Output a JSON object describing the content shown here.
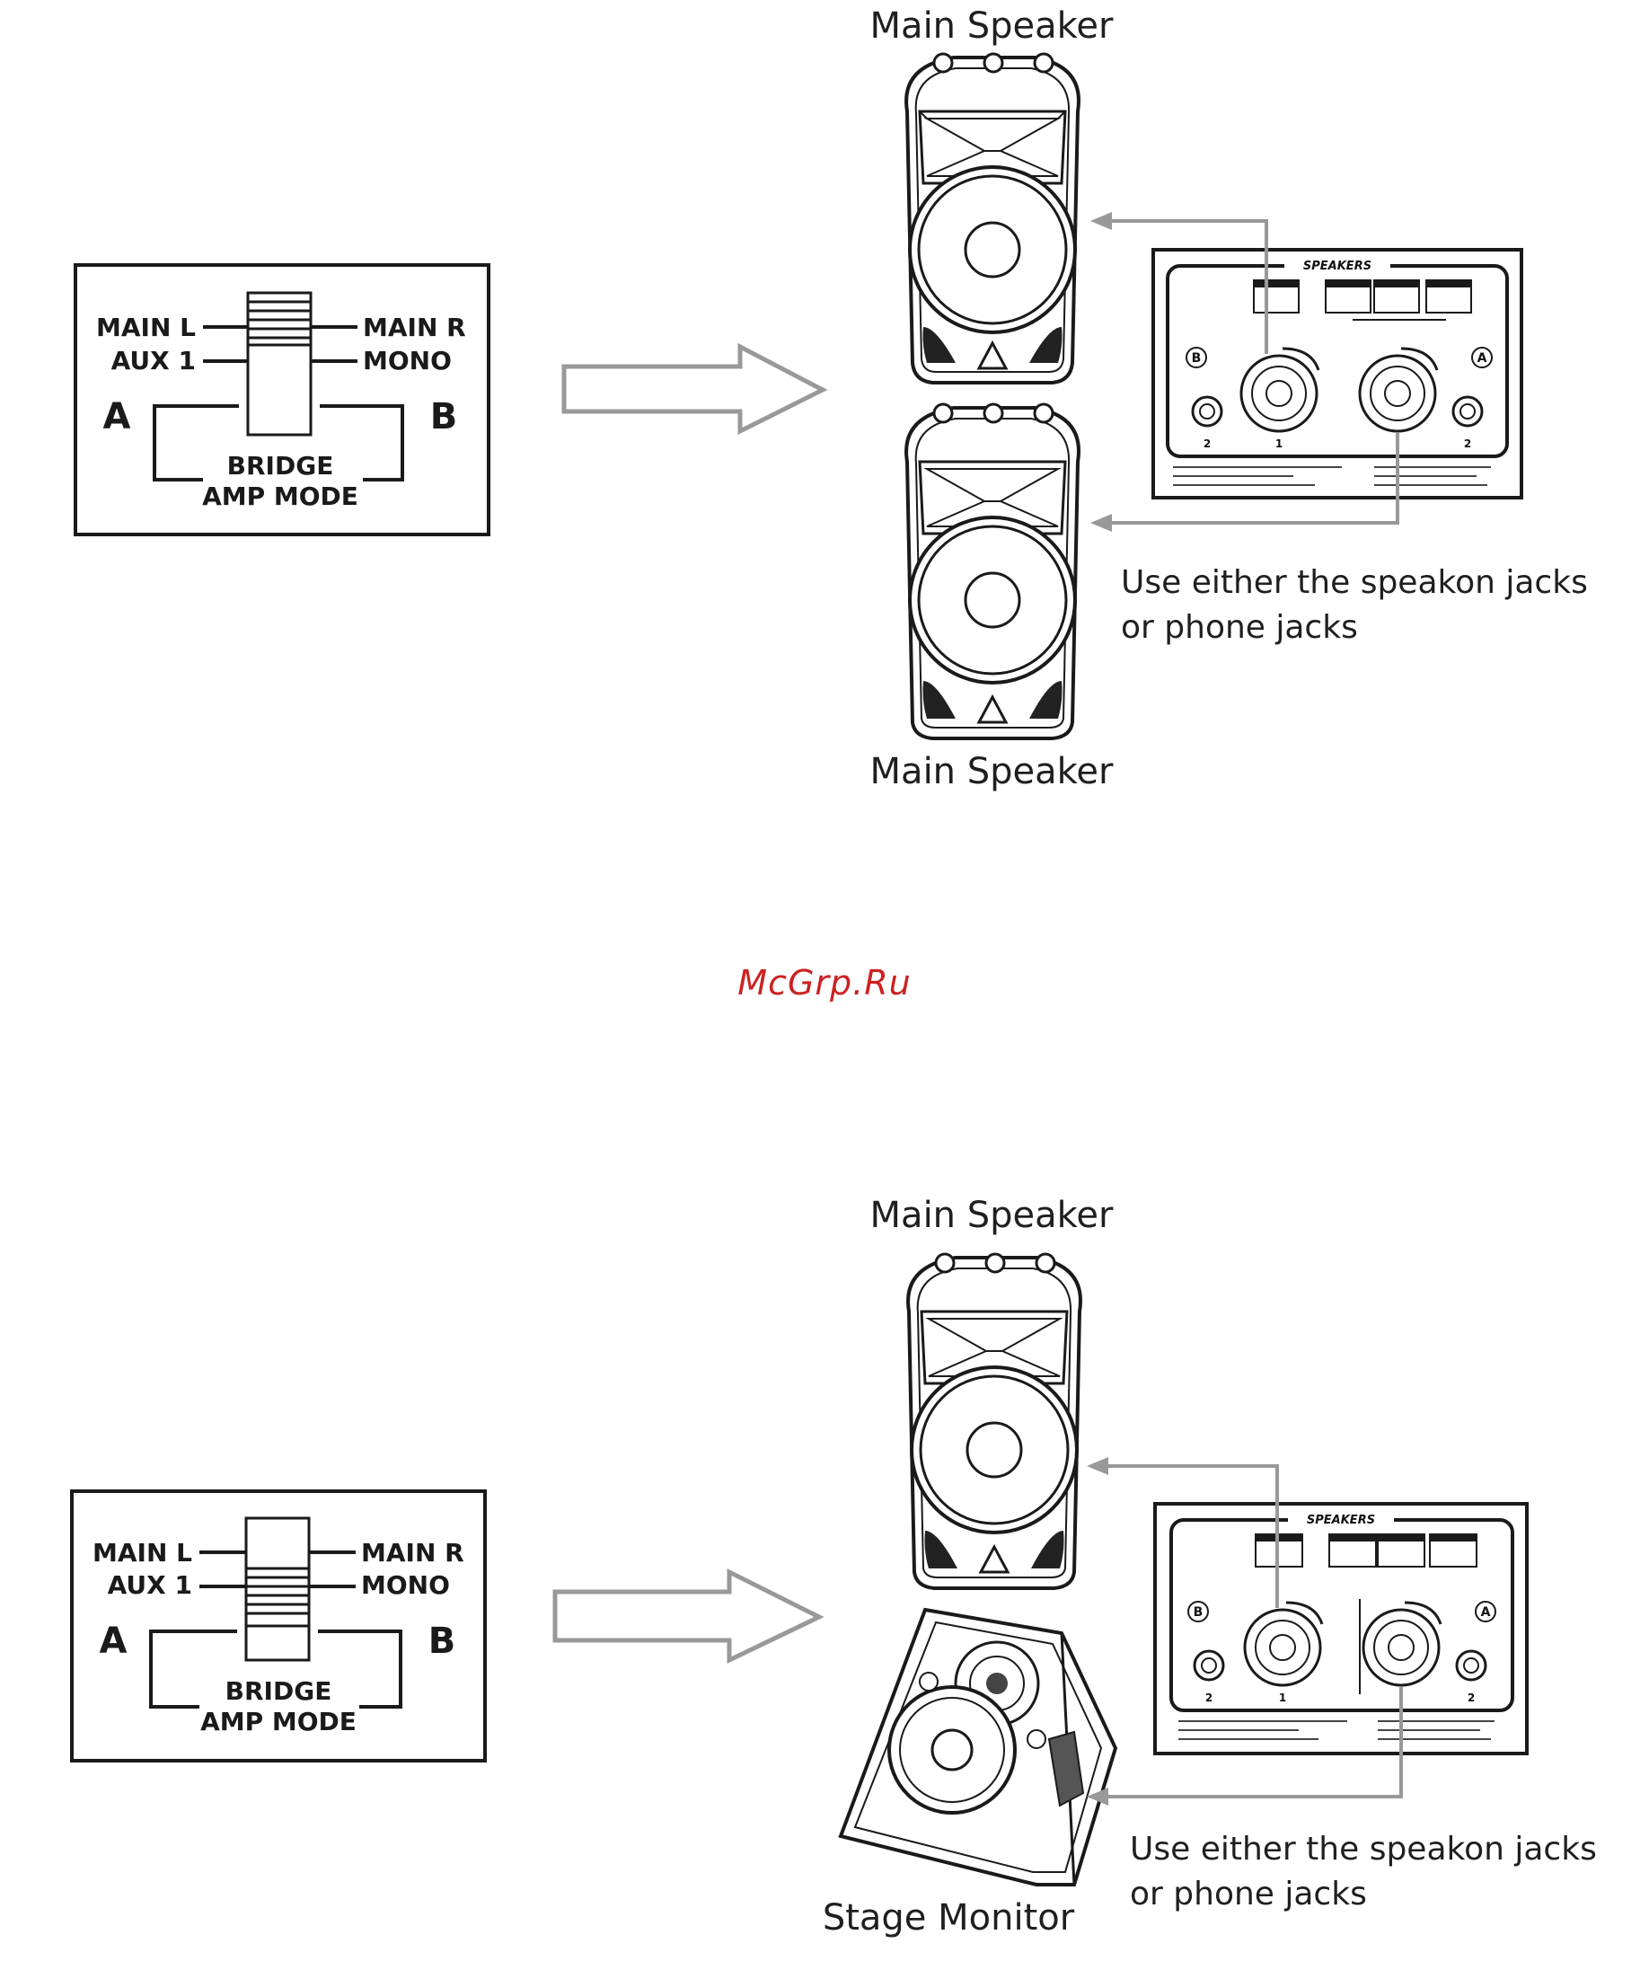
{
  "watermark": "McGrp.Ru",
  "top": {
    "switch": {
      "left_top": "MAIN L",
      "left_bottom": "AUX 1",
      "right_top": "MAIN R",
      "right_bottom": "MONO",
      "letter_a": "A",
      "letter_b": "B",
      "bridge_1": "BRIDGE",
      "bridge_2": "AMP MODE",
      "position": "up"
    },
    "speaker_top_label": "Main Speaker",
    "speaker_bottom_label": "Main Speaker",
    "note_1": "Use either the speakon jacks",
    "note_2": "or phone jacks",
    "panel": {
      "title": "SPEAKERS",
      "jack_b": "B",
      "jack_a": "A",
      "num_2_left": "2",
      "num_1": "1",
      "num_2_right": "2"
    }
  },
  "bottom": {
    "switch": {
      "left_top": "MAIN L",
      "left_bottom": "AUX 1",
      "right_top": "MAIN R",
      "right_bottom": "MONO",
      "letter_a": "A",
      "letter_b": "B",
      "bridge_1": "BRIDGE",
      "bridge_2": "AMP MODE",
      "position": "down"
    },
    "speaker_top_label": "Main Speaker",
    "monitor_label": "Stage Monitor",
    "note_1": "Use either the speakon jacks",
    "note_2": "or phone jacks",
    "panel": {
      "title": "SPEAKERS",
      "jack_b": "B",
      "jack_a": "A",
      "num_2_left": "2",
      "num_1": "1",
      "num_2_right": "2"
    }
  }
}
